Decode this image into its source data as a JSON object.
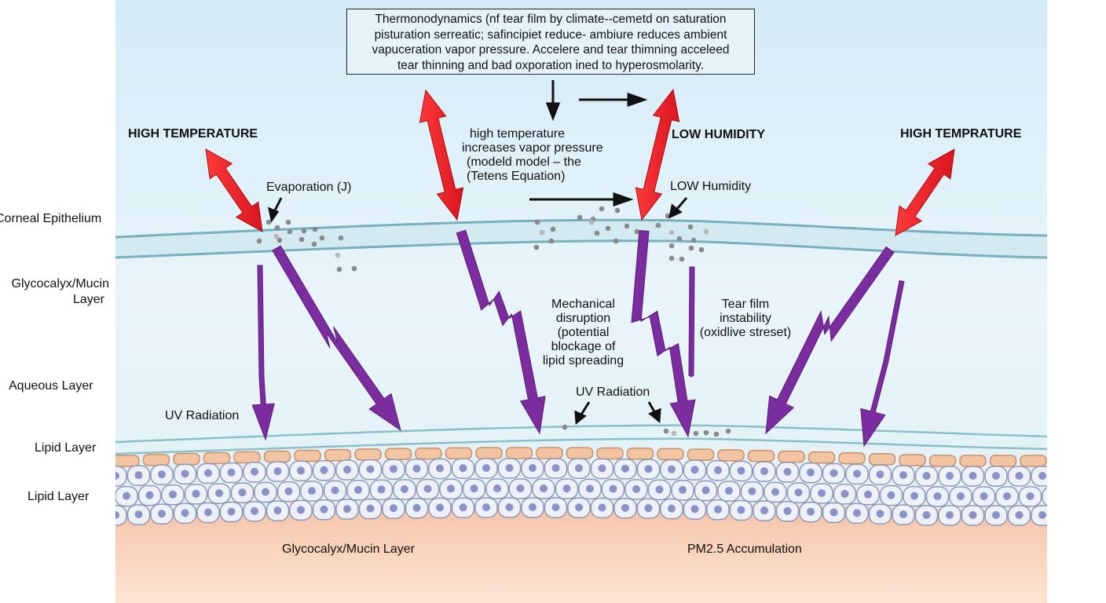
{
  "colors": {
    "sky_top": "#d6ecf8",
    "sky_bottom": "#e8f4f8",
    "tear_film_line": "#7fb6c2",
    "tear_film_fill": "#cfe8ee",
    "lipid_cell": "#f2c4a2",
    "lipid_cell_border": "#c8906c",
    "epithelial_cell": "#eef1f8",
    "epithelial_cell_border": "#8d98b8",
    "nucleus": "#8a93c8",
    "stroma_top": "#f6c9ae",
    "stroma_bottom": "#fde3d3",
    "heat_arrow": "#e8202a",
    "uv_arrow": "#7a2e9e",
    "particle": "#8a8a8a"
  },
  "caption": {
    "lines": [
      "Thermonodynamics (nf tear film by climate--cemetd on saturation",
      "pisturation serreatic; safincipiet reduce- ambiure reduces ambient",
      "vapuceration vapor pressure. Accelere and tear thimning acceleed",
      "tear thinning and bad oxporation ined to hyperosmolarity."
    ]
  },
  "factors": {
    "high_temperature_left": "HIGH TEMPERATURE",
    "low_humidity": "LOW HUMIDITY",
    "high_temperature_right": "HIGH TEMPRATURE"
  },
  "annotations": {
    "vapor_pressure": [
      "high temperature",
      "increases vapor pressure",
      "(modeld model – the",
      "(Tetens Equation)"
    ],
    "evaporation": "Evaporation (J)",
    "low_humidity_small": "LOW Humidity",
    "mechanical_disruption": [
      "Mechanical",
      "disruption",
      "(potential",
      "blockage of",
      "lipid spreading"
    ],
    "tear_film_instability": [
      "Tear film",
      "instability",
      "(oxidlive streset)"
    ],
    "uv_radiation_center": "UV Radiation",
    "uv_radiation_left": "UV Radiation"
  },
  "layer_labels": {
    "corneal_epithelium": "Corneal Epithelium",
    "glycocalyx_mucin": [
      "Glycocalyx/Mucin",
      "Layer"
    ],
    "aqueous": "Aqueous Layer",
    "lipid_1": "Lipid Layer",
    "lipid_2": "Lipid Layer"
  },
  "bottom_labels": {
    "glycocalyx_mucin": "Glycocalyx/Mucin Layer",
    "pm25": "PM2.5 Accumulation"
  }
}
